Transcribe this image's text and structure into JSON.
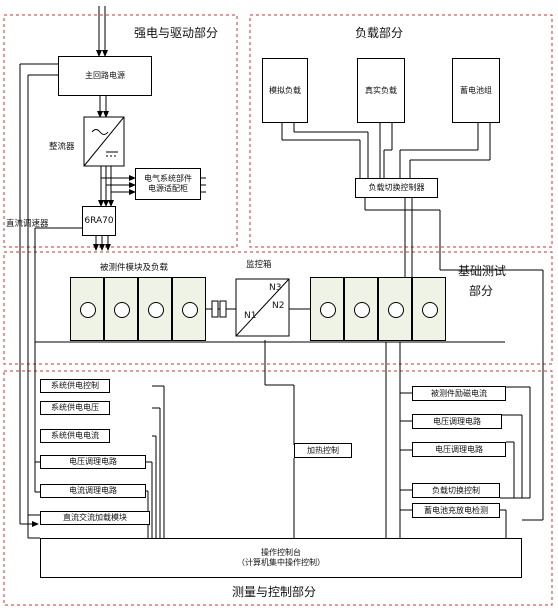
{
  "sections": {
    "power": "强电与驱动部分",
    "load": "负载部分",
    "basic_test": [
      "基础测试",
      "部分"
    ],
    "measure": "测量与控制部分"
  },
  "power": {
    "main_supply": "主回路电源",
    "rectifier": "整流器",
    "electrical_parts": [
      "电气系统部件",
      "电源适配柜"
    ],
    "dc_governor_label": "直流调速器",
    "dc_governor": "6RA70"
  },
  "loads": {
    "simulated": "模拟负载",
    "real": "真实负载",
    "battery": "蓄电池组",
    "switch_controller": "负载切换控制器"
  },
  "test": {
    "dut_label": "被测件模块及负载",
    "monitor_label": "监控箱",
    "n1": "N1",
    "n2": "N2",
    "n3": "N3"
  },
  "measure": {
    "left_boxes": [
      "系统供电控制",
      "系统供电电压",
      "系统供电电流",
      "电压调理电路",
      "电流调理电路",
      "直流交流加载模块"
    ],
    "heating": "加热控制",
    "right_top": [
      "被测件励磁电流",
      "电压调理电路",
      "电压调理电路"
    ],
    "right_bottom": [
      "负载切换控制",
      "蓄电池充放电检测"
    ],
    "console": [
      "操作控制台",
      "（计算机集中操作控制）"
    ]
  }
}
